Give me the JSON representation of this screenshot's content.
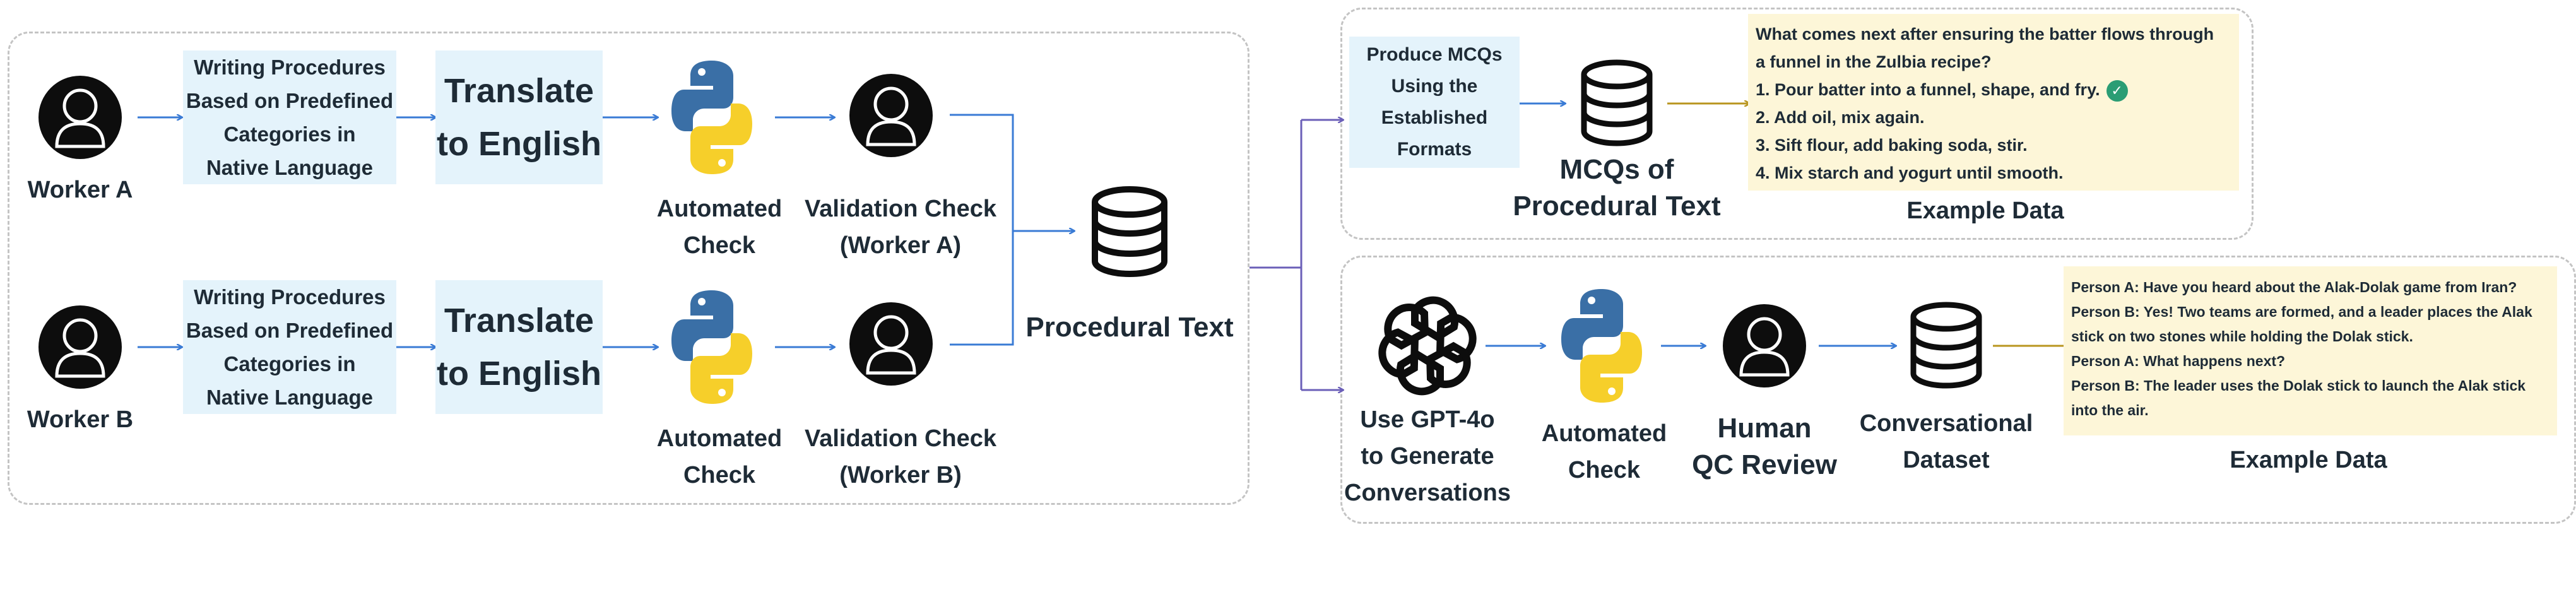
{
  "left": {
    "worker_a": {
      "label": "Worker A",
      "procedure": [
        "Writing Procedures",
        "Based on Predefined",
        "Categories in",
        "Native Language"
      ],
      "translate": [
        "Translate",
        "to English"
      ],
      "check": [
        "Automated",
        "Check"
      ],
      "validation": [
        "Validation Check",
        "(Worker A)"
      ]
    },
    "worker_b": {
      "label": "Worker B",
      "procedure": [
        "Writing Procedures",
        "Based on Predefined",
        "Categories in",
        "Native Language"
      ],
      "translate": [
        "Translate",
        "to English"
      ],
      "check": [
        "Automated",
        "Check"
      ],
      "validation": [
        "Validation Check",
        "(Worker B)"
      ]
    },
    "output_label": "Procedural Text"
  },
  "top_right": {
    "produce": [
      "Produce MCQs",
      "Using the",
      "Established",
      "Formats"
    ],
    "db_label": [
      "MCQs of",
      "Procedural Text"
    ],
    "example_title": "Example Data",
    "example": {
      "question": [
        "What comes next after ensuring the batter flows through",
        "a funnel in the Zulbia recipe?"
      ],
      "options": [
        "1. Pour batter into a funnel, shape, and fry.",
        "2. Add oil, mix again.",
        "3. Sift flour, add baking soda, stir.",
        "4. Mix starch and yogurt until smooth."
      ]
    }
  },
  "bottom_right": {
    "gpt": [
      "Use GPT-4o",
      "to Generate",
      "Conversations"
    ],
    "check": [
      "Automated",
      "Check"
    ],
    "human": [
      "Human",
      "QC Review"
    ],
    "dataset": [
      "Conversational",
      "Dataset"
    ],
    "example_title": "Example Data",
    "example": [
      "Person A: Have you heard about the Alak-Dolak game from Iran?",
      "Person B: Yes! Two teams are formed, and a leader places the Alak",
      "stick on two stones while holding the Dolak stick.",
      "Person A: What happens next?",
      "Person B: The leader uses the Dolak stick to launch the Alak stick",
      "into the air."
    ]
  },
  "colors": {
    "arrow": "#3a7bd5",
    "merge": "#6b5fb8",
    "gold": "#b8951e",
    "box": "#e4f3fb",
    "example_bg": "#fdf6d8",
    "check": "#2a9d74"
  }
}
